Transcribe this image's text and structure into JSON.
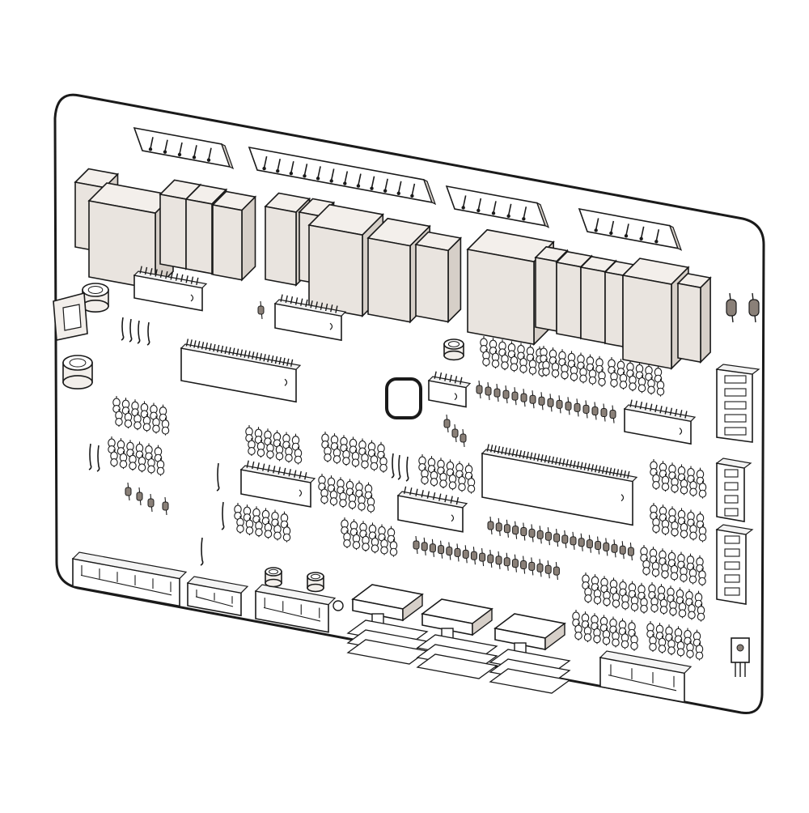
{
  "figure": {
    "subject": "",
    "colors": {
      "background": "#ffffff",
      "board_fill": "#ffffff",
      "outline": "#1a1a1a",
      "relay_front": "#e9e4df",
      "relay_side": "#d6cfc8",
      "relay_top": "#f3efeb",
      "resistor_body": "#8a8078",
      "capacitor_body": "#f2eeea"
    },
    "components": {
      "relays": 17,
      "top_connectors": 4,
      "ic_chips": 8,
      "side_connectors": 3,
      "bottom_connectors": 4,
      "heat_sinks": 3,
      "capacitors": 4,
      "transistor_icon": "to-220-transistor-icon",
      "center_ring_icon": "rounded-square-ring-icon"
    }
  }
}
